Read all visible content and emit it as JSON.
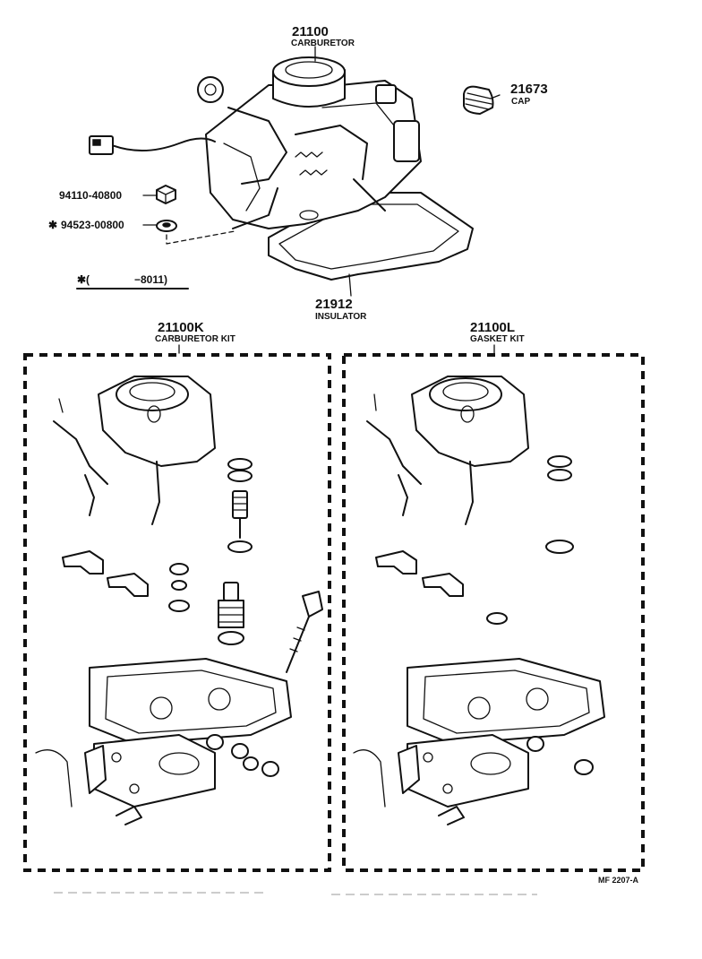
{
  "parts": {
    "carburetor": {
      "number": "21100",
      "name": "CARBURETOR"
    },
    "cap": {
      "number": "21673",
      "name": "CAP"
    },
    "nut": {
      "number": "94110-40800"
    },
    "washer": {
      "number": "94523-00800",
      "mark": "✱"
    },
    "applicability_note": {
      "mark": "✱(",
      "range": "−8011)"
    },
    "insulator": {
      "number": "21912",
      "name": "INSULATOR"
    },
    "carburetor_kit": {
      "number": "21100K",
      "name": "CARBURETOR KIT"
    },
    "gasket_kit": {
      "number": "21100L",
      "name": "GASKET KIT"
    }
  },
  "figure_code": "MF 2207-A",
  "colors": {
    "ink": "#111111",
    "paper": "#ffffff"
  }
}
